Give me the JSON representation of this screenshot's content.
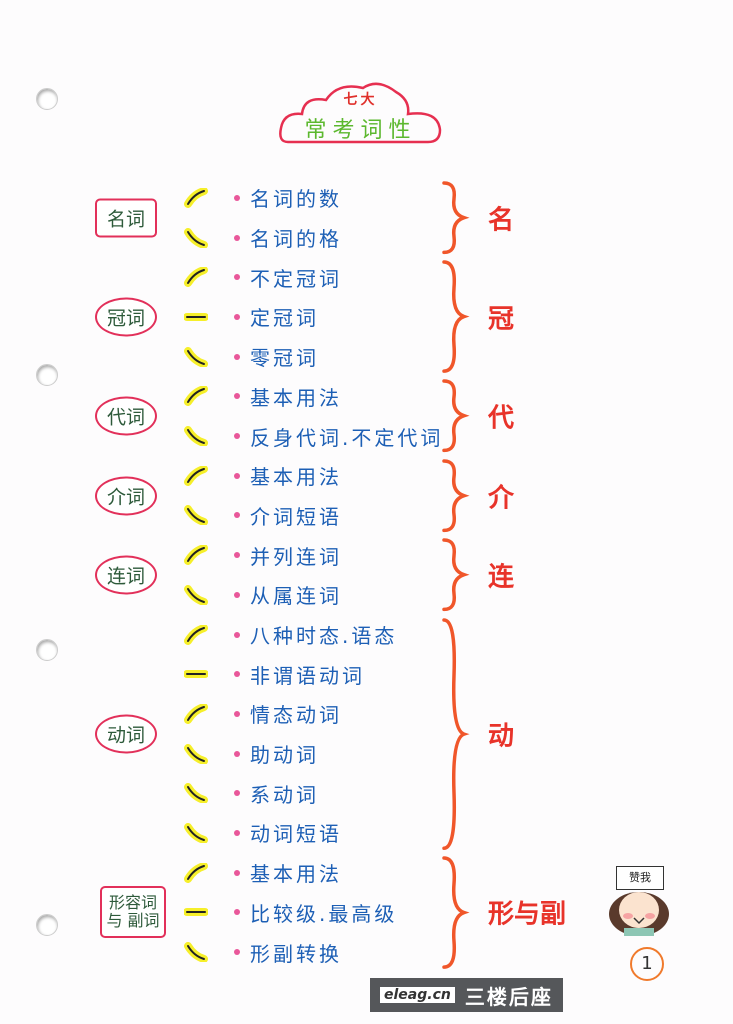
{
  "title": {
    "line1": "七大",
    "line2": "常考词性"
  },
  "colors": {
    "item_text": "#1d5fb5",
    "bullet": "#e9579a",
    "brace": "#f0562a",
    "right_label": "#e8332a",
    "group_border": "#e2305a",
    "highlight": "#f6ef2a",
    "title_green": "#5cb82e"
  },
  "groups": [
    {
      "label": "名词",
      "shape": "rect",
      "right_label": "名",
      "items": [
        {
          "text": "名词的数",
          "mark": "up"
        },
        {
          "text": "名词的格",
          "mark": "down"
        }
      ]
    },
    {
      "label": "冠词",
      "shape": "ellipse",
      "right_label": "冠",
      "items": [
        {
          "text": "不定冠词",
          "mark": "up"
        },
        {
          "text": "定冠词",
          "mark": "mid"
        },
        {
          "text": "零冠词",
          "mark": "down"
        }
      ]
    },
    {
      "label": "代词",
      "shape": "ellipse",
      "right_label": "代",
      "items": [
        {
          "text": "基本用法",
          "mark": "up"
        },
        {
          "text": "反身代词.不定代词",
          "mark": "down"
        }
      ]
    },
    {
      "label": "介词",
      "shape": "ellipse",
      "right_label": "介",
      "items": [
        {
          "text": "基本用法",
          "mark": "up"
        },
        {
          "text": "介词短语",
          "mark": "down"
        }
      ]
    },
    {
      "label": "连词",
      "shape": "ellipse",
      "right_label": "连",
      "items": [
        {
          "text": "并列连词",
          "mark": "up"
        },
        {
          "text": "从属连词",
          "mark": "down"
        }
      ]
    },
    {
      "label": "动词",
      "shape": "ellipse",
      "right_label": "动",
      "items": [
        {
          "text": "八种时态.语态",
          "mark": "up"
        },
        {
          "text": "非谓语动词",
          "mark": "mid"
        },
        {
          "text": "情态动词",
          "mark": "up"
        },
        {
          "text": "助动词",
          "mark": "down"
        },
        {
          "text": "系动词",
          "mark": "down"
        },
        {
          "text": "动词短语",
          "mark": "down"
        }
      ]
    },
    {
      "label": "形容词 与 副词",
      "shape": "rect",
      "right_label": "形与副",
      "items": [
        {
          "text": "基本用法",
          "mark": "up"
        },
        {
          "text": "比较级.最高级",
          "mark": "mid"
        },
        {
          "text": "形副转换",
          "mark": "down"
        }
      ]
    }
  ],
  "sticker": {
    "sign_text": "赞我"
  },
  "page_number": "1",
  "watermark": {
    "site": "eleag.cn",
    "text": "三楼后座"
  }
}
